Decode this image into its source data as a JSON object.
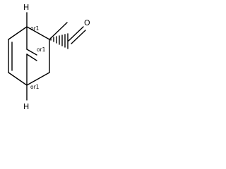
{
  "structure": {
    "atoms": {
      "hydrogen_top": "H",
      "hydrogen_bottom": "H",
      "oxygen": "O"
    },
    "stereo_labels": {
      "c1": "or1",
      "c2": "or1",
      "c4": "or1"
    },
    "colors": {
      "ink": "#000000",
      "background": "#ffffff"
    }
  }
}
